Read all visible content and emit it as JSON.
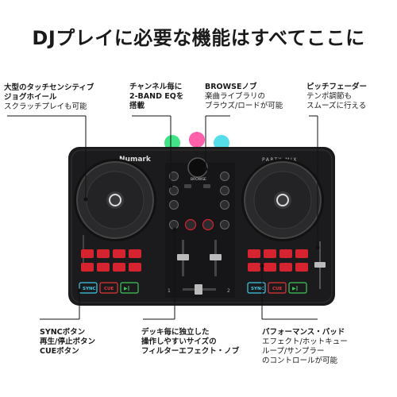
{
  "headline": "DJプレイに必要な機能はすべてここに",
  "callouts": {
    "jog": {
      "lines": [
        "大型のタッチセンシティブ",
        "ジョグホイール",
        "スクラッチプレイも可能"
      ]
    },
    "eq": {
      "lines": [
        "チャンネル毎に",
        "2-BAND EQを",
        "搭載"
      ]
    },
    "browse": {
      "lines": [
        "BROWSEノブ",
        "楽曲ライブラリの",
        "ブラウズ/ロードが可能"
      ]
    },
    "pitch": {
      "lines": [
        "ピッチフェーダー",
        "テンポ調節も",
        "スムーズに行える"
      ]
    },
    "sync": {
      "lines": [
        "SYNCボタン",
        "再生/停止ボタン",
        "CUEボタン"
      ]
    },
    "filter": {
      "lines": [
        "デッキ毎に独立した",
        "操作しやすいサイズの",
        "フィルターエフェクト・ノブ"
      ]
    },
    "pads": {
      "lines": [
        "パフォーマンス・パッド",
        "エフェクト/ホットキュー",
        "ループ/サンプラー",
        "のコントロールが可能"
      ]
    }
  },
  "device": {
    "brand": "Numark",
    "model": "PARTY MIX",
    "browse_label": "BROWSE",
    "deck_left": "1",
    "deck_right": "2",
    "buttons": {
      "sync": "SYNC",
      "cue": "CUE",
      "play": "▶‖"
    }
  },
  "colors": {
    "body": "#1b1b1d",
    "wheel": "#2a2a2c",
    "pad": "#d5242f",
    "sync": "#3ec8e6",
    "cue": "#e0353a",
    "play": "#3fc55a",
    "led_green": "#2ee07a",
    "led_pink": "#ff4fa0",
    "led_cyan": "#44d9e8"
  }
}
